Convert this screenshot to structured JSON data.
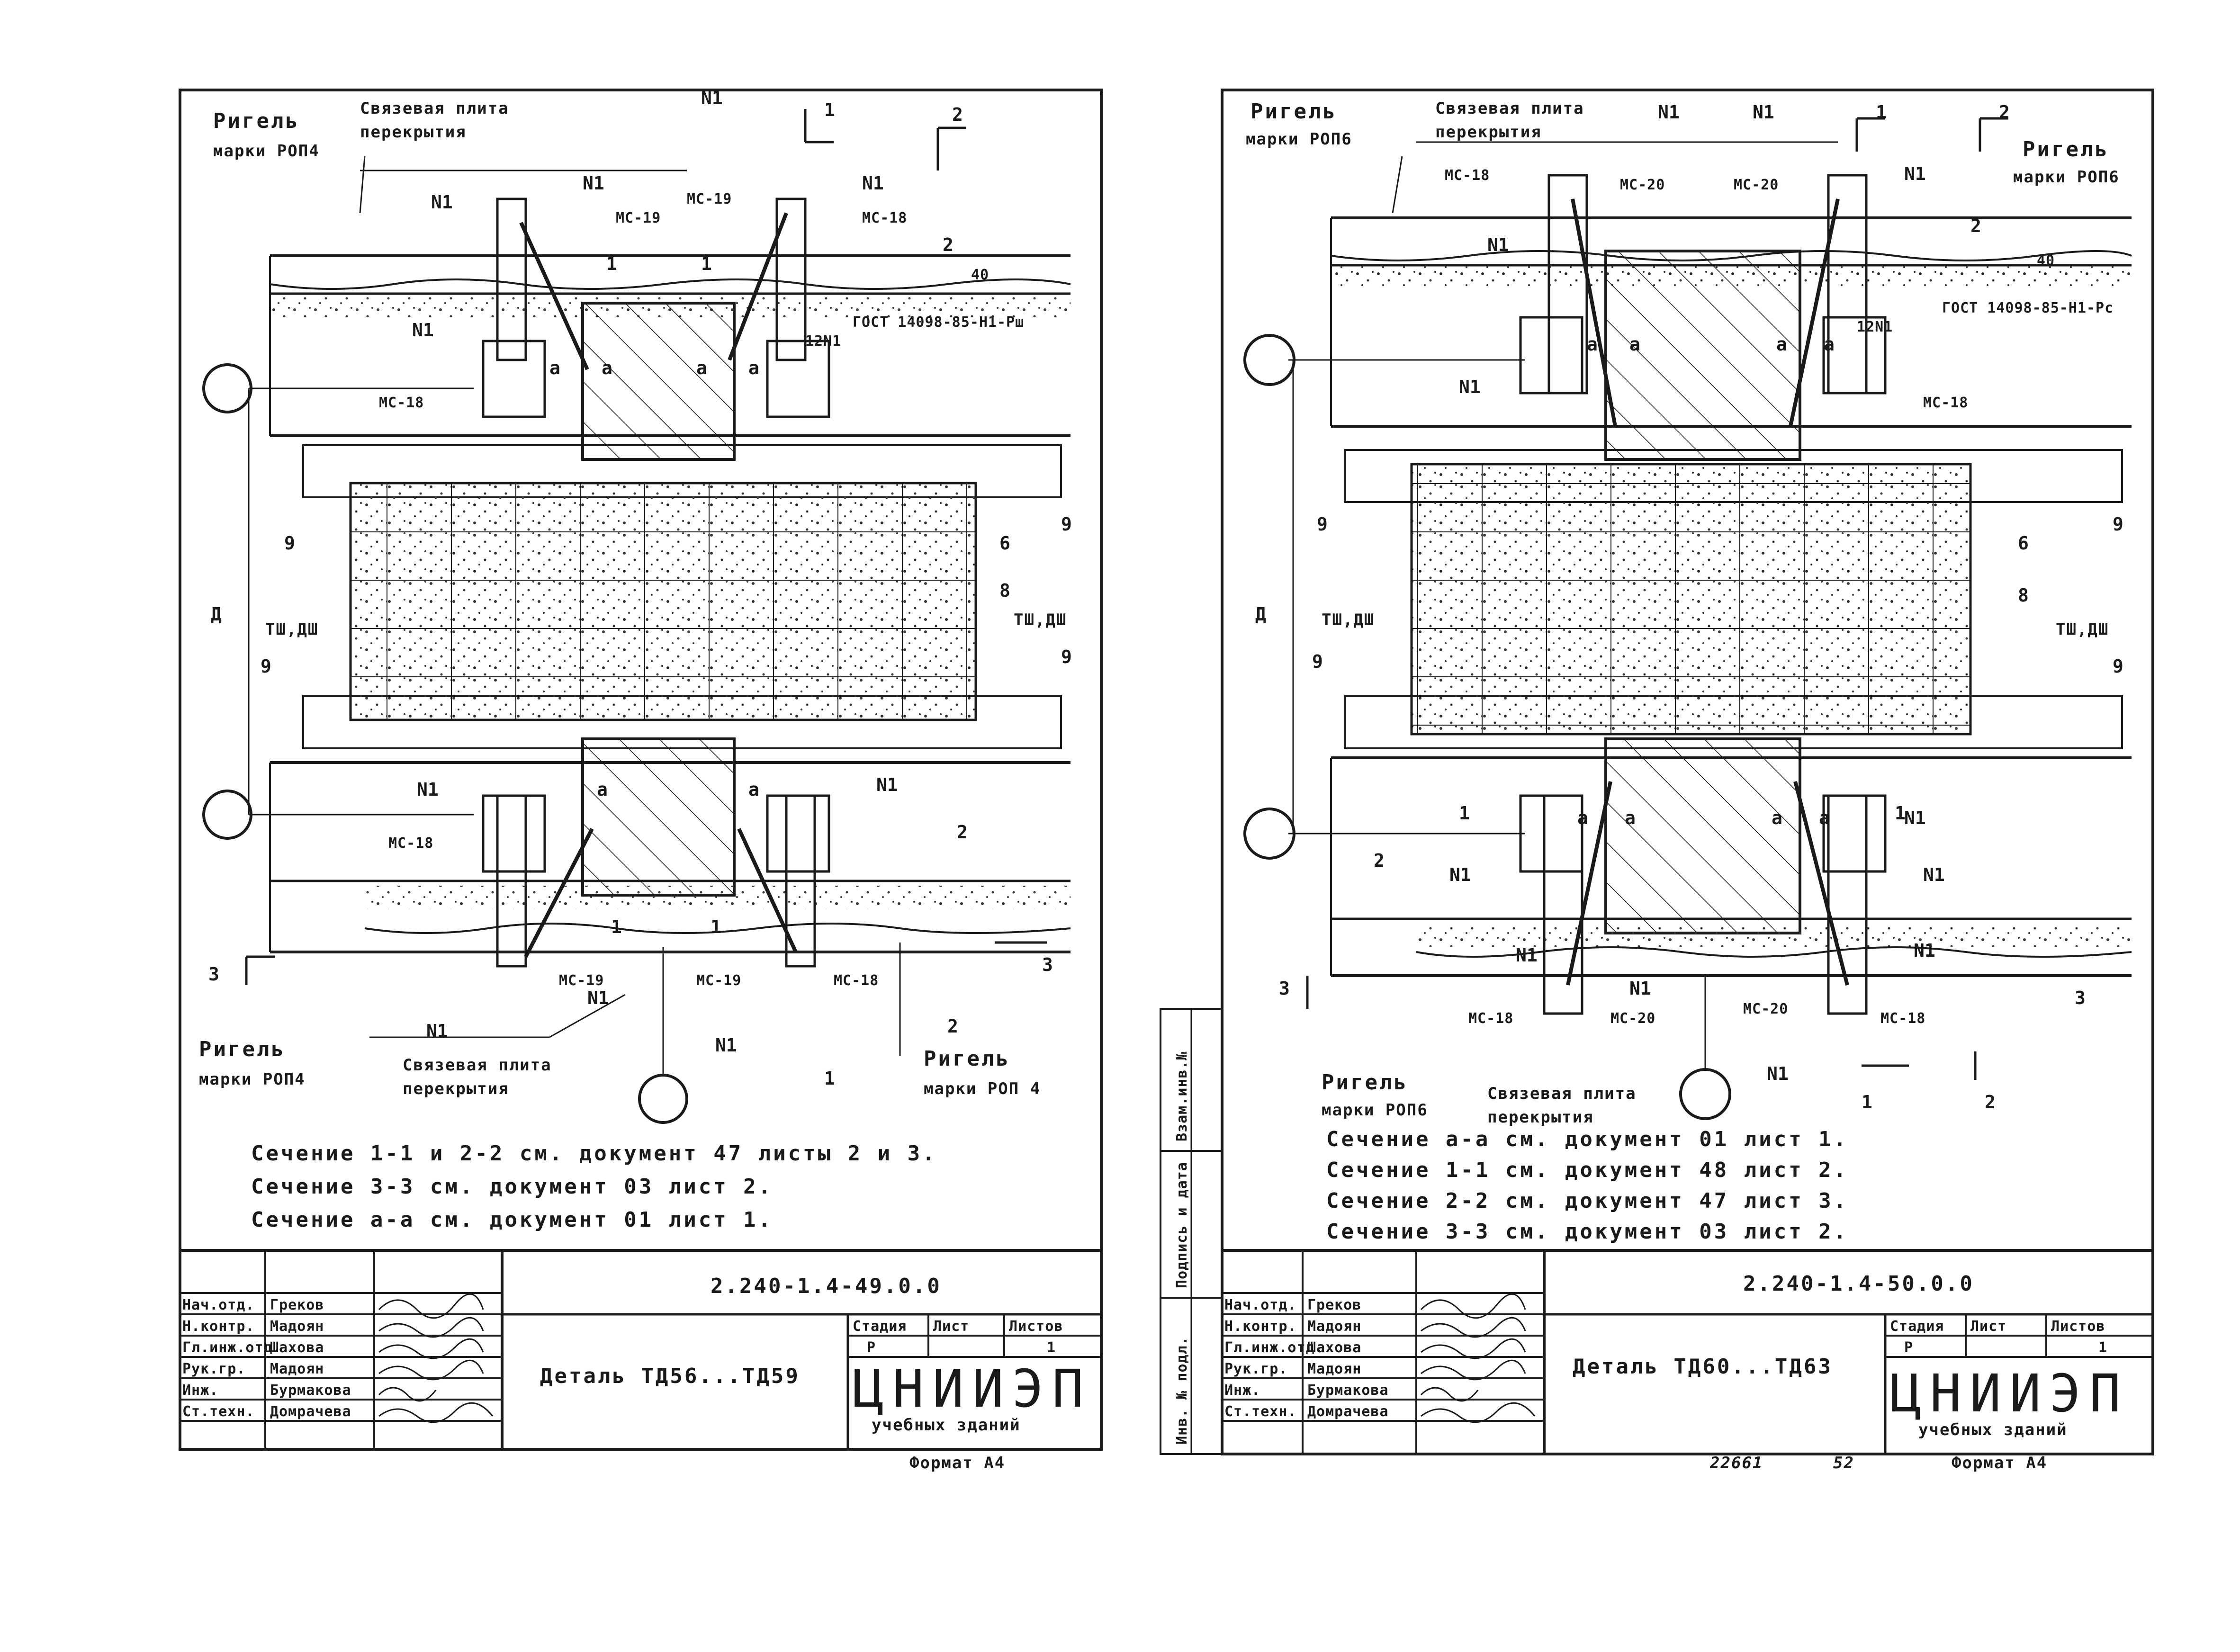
{
  "sheet_left": {
    "labels": {
      "rigel_top": "Ригель",
      "rigel_top_mark": "марки РОП4",
      "plate_top": "Связевая плита",
      "plate_top2": "перекрытия",
      "rigel_bottom_left": "Ригель",
      "rigel_bottom_left_mark": "марки РОП4",
      "plate_bottom": "Связевая плита",
      "plate_bottom2": "перекрытия",
      "rigel_bottom_right": "Ригель",
      "rigel_bottom_right_mark": "марки РОП 4",
      "gost": "ГОСТ 14098-85-Н1-Рш",
      "n1": "N1",
      "ms18": "МС-18",
      "ms19": "МС-19",
      "a": "а",
      "d": "Д",
      "tsh_dsh": "ТШ,ДШ",
      "num_1": "1",
      "num_2": "2",
      "num_3": "3",
      "num_6": "6",
      "num_8": "8",
      "num_9": "9",
      "num_12n1": "12N1",
      "dim_40": "40"
    },
    "notes": [
      "Сечение 1-1 и 2-2 см. документ 47 листы 2 и 3.",
      "Сечение 3-3 см. документ 03 лист 2.",
      "Сечение а-а см. документ 01 лист 1."
    ],
    "doc_code": "2.240-1.4-49.0.0",
    "detail_title": "Деталь ТД56...ТД59",
    "stage_headers": [
      "Стадия",
      "Лист",
      "Листов"
    ],
    "stage_values": [
      "Р",
      "",
      "1"
    ],
    "org": "ЦНИИЭП",
    "org_sub": "учебных зданий",
    "format": "Формат А4",
    "staff": [
      {
        "role": "Нач.отд.",
        "name": "Греков"
      },
      {
        "role": "Н.контр.",
        "name": "Мадоян"
      },
      {
        "role": "Гл.инж.отд.",
        "name": "Шахова"
      },
      {
        "role": "Рук.гр.",
        "name": "Мадоян"
      },
      {
        "role": "Инж.",
        "name": "Бурмакова"
      },
      {
        "role": "Ст.техн.",
        "name": "Домрачева"
      }
    ]
  },
  "sheet_right": {
    "labels": {
      "rigel_top": "Ригель",
      "rigel_top_mark": "марки РОП6",
      "plate_top": "Связевая плита",
      "plate_top2": "перекрытия",
      "rigel_top_right": "Ригель",
      "rigel_top_right_mark": "марки РОП6",
      "rigel_bottom": "Ригель",
      "rigel_bottom_mark": "марки РОП6",
      "plate_bottom": "Связевая плита",
      "plate_bottom2": "перекрытия",
      "gost": "ГОСТ 14098-85-Н1-Рс",
      "n1": "N1",
      "ms18": "МС-18",
      "ms20": "МС-20",
      "a": "а",
      "d": "Д",
      "tsh_dsh": "ТШ,ДШ",
      "num_1": "1",
      "num_2": "2",
      "num_3": "3",
      "num_6": "6",
      "num_8": "8",
      "num_9": "9",
      "num_12n1": "12N1",
      "dim_40": "40"
    },
    "notes": [
      "Сечение а-а см. документ 01 лист 1.",
      "Сечение 1-1 см. документ 48 лист 2.",
      "Сечение 2-2 см. документ 47 лист 3.",
      "Сечение 3-3 см. документ 03 лист 2."
    ],
    "side_stamp": [
      "Инв. № подл.",
      "Подпись и дата",
      "Взам.инв.№"
    ],
    "doc_code": "2.240-1.4-50.0.0",
    "detail_title": "Деталь ТД60...ТД63",
    "stage_headers": [
      "Стадия",
      "Лист",
      "Листов"
    ],
    "stage_values": [
      "Р",
      "",
      "1"
    ],
    "org": "ЦНИИЭП",
    "org_sub": "учебных зданий",
    "format": "Формат А4",
    "page_ref": "22661",
    "page_num": "52",
    "staff": [
      {
        "role": "Нач.отд.",
        "name": "Греков"
      },
      {
        "role": "Н.контр.",
        "name": "Мадоян"
      },
      {
        "role": "Гл.инж.отд.",
        "name": "Шахова"
      },
      {
        "role": "Рук.гр.",
        "name": "Мадоян"
      },
      {
        "role": "Инж.",
        "name": "Бурмакова"
      },
      {
        "role": "Ст.техн.",
        "name": "Домрачева"
      }
    ]
  }
}
